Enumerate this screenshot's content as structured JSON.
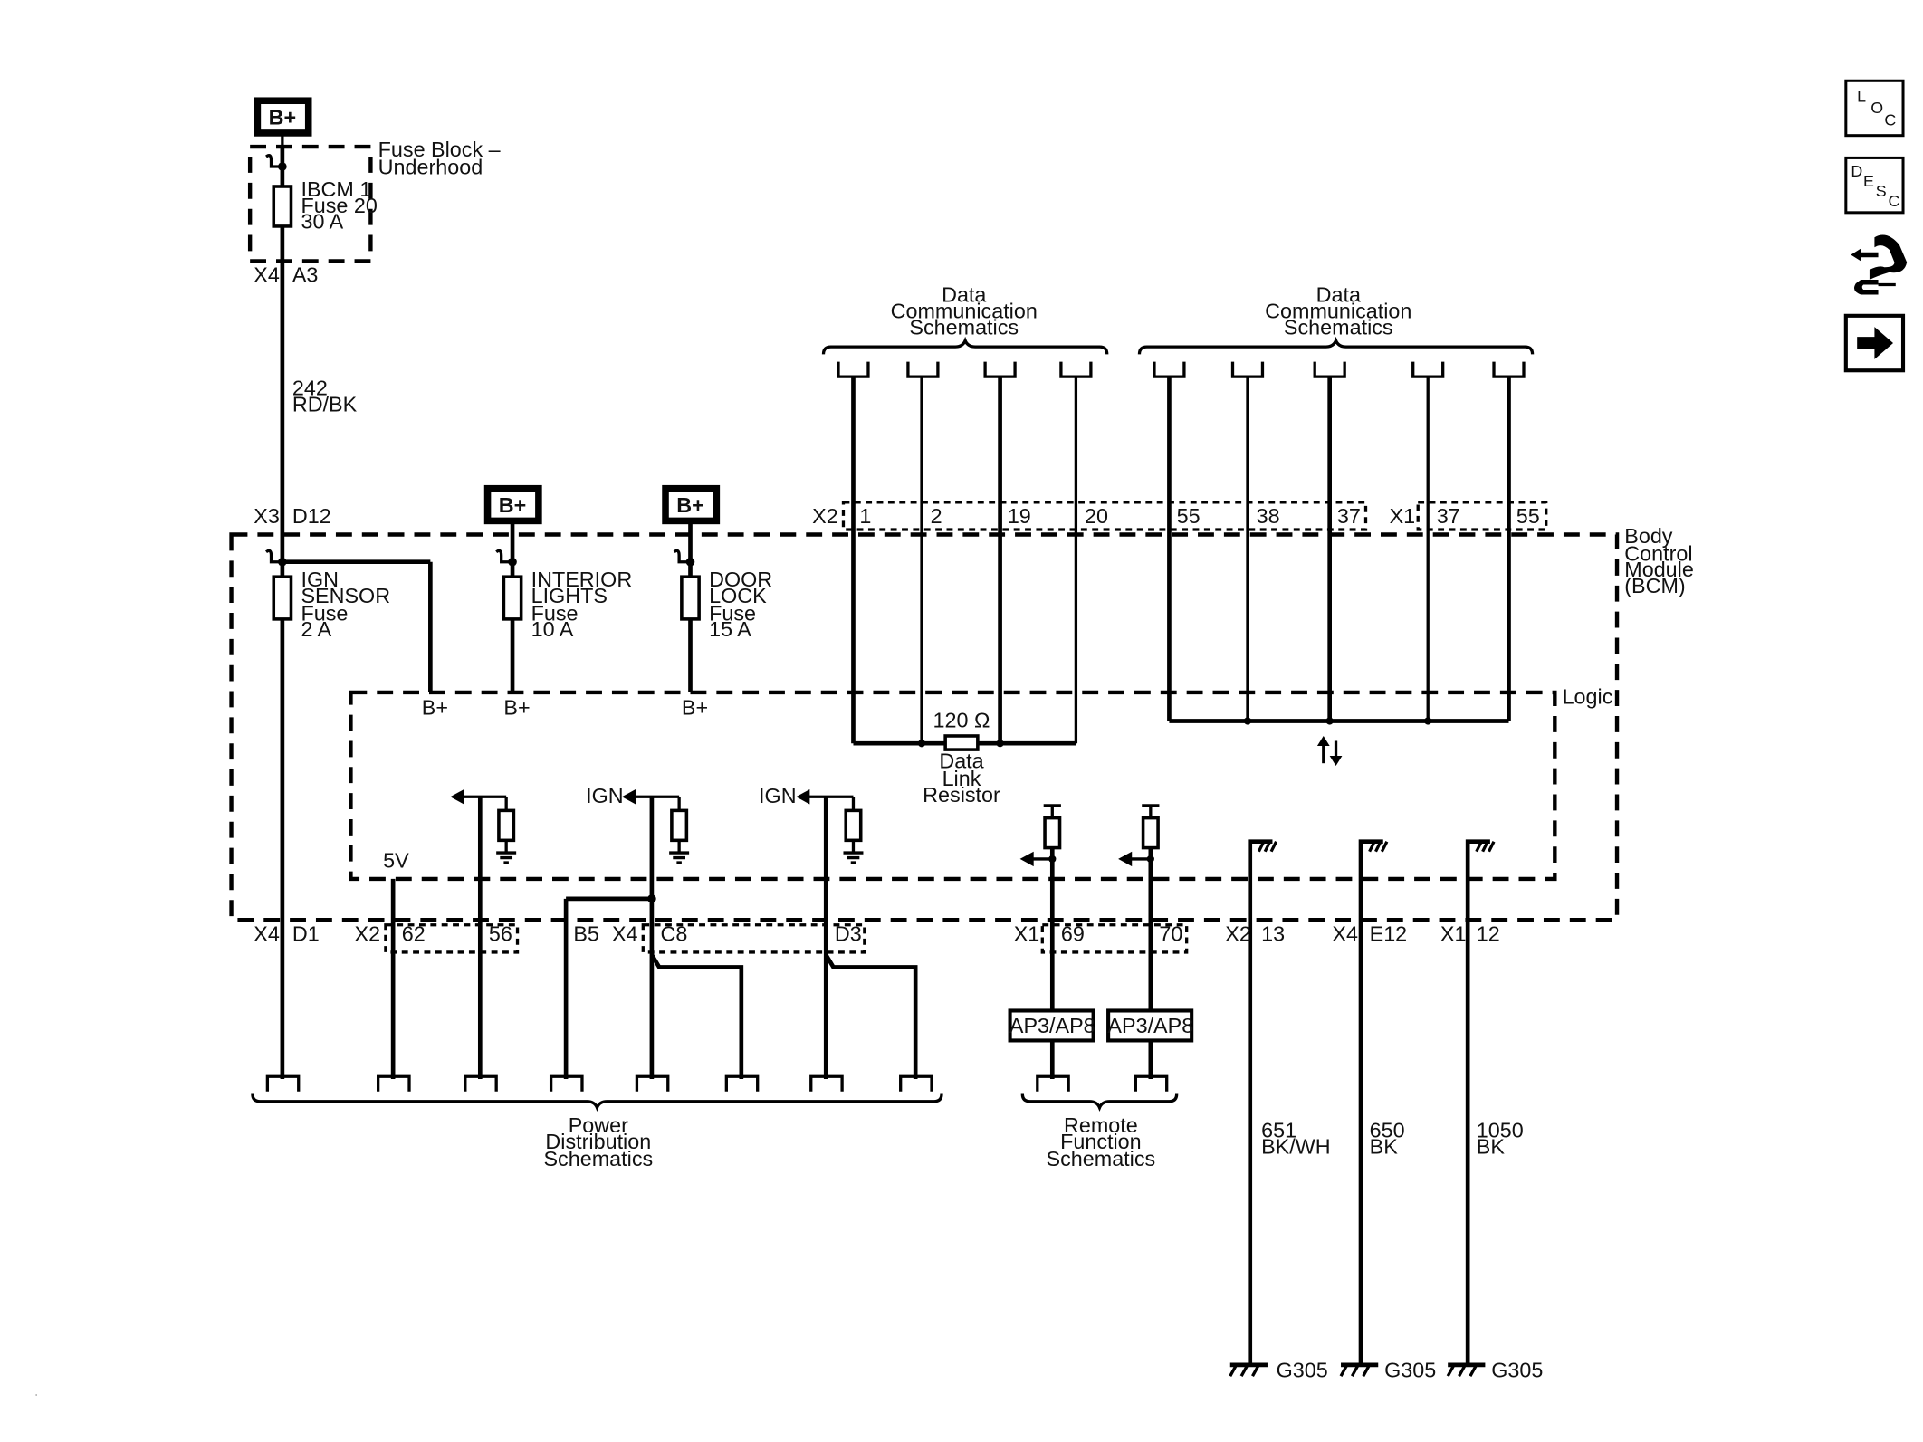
{
  "battery_label": "B+",
  "fuse_block": {
    "name": [
      "Fuse Block –",
      "Underhood"
    ],
    "fuse": [
      "IBCM 1",
      "Fuse 20",
      "30 A"
    ],
    "conn": "X4",
    "pin": "A3"
  },
  "wire_242": [
    "242",
    "RD/BK"
  ],
  "bcm": {
    "name": [
      "Body",
      "Control",
      "Module",
      "(BCM)"
    ],
    "logic": "Logic",
    "x3": "X3",
    "d12": "D12",
    "fuses": [
      {
        "lines": [
          "IGN",
          "SENSOR",
          "Fuse",
          "2 A"
        ]
      },
      {
        "lines": [
          "INTERIOR",
          "LIGHTS",
          "Fuse",
          "10 A"
        ]
      },
      {
        "lines": [
          "DOOR",
          "LOCK",
          "Fuse",
          "15 A"
        ]
      }
    ],
    "bplus": "B+",
    "fivev": "5V",
    "ign": "IGN",
    "resistor": {
      "value": "120 Ω",
      "name": [
        "Data",
        "Link",
        "Resistor"
      ]
    }
  },
  "data_comm": [
    "Data",
    "Communication",
    "Schematics"
  ],
  "top_pins": {
    "x2": "X2",
    "x2_pins": [
      "1",
      "2",
      "19",
      "20",
      "55",
      "38",
      "37"
    ],
    "x1": "X1",
    "x1_pins": [
      "37",
      "55"
    ]
  },
  "bottom_pins": {
    "x4a": "X4",
    "d1": "D1",
    "x2a": "X2",
    "p62": "62",
    "p56": "56",
    "b5": "B5",
    "x4b": "X4",
    "c8": "C8",
    "d3": "D3",
    "x1a": "X1",
    "p69": "69",
    "p70": "70",
    "x2b": "X2",
    "p13": "13",
    "x4c": "X4",
    "e12": "E12",
    "x1b": "X1",
    "p12": "12"
  },
  "ap_label": "AP3/AP8",
  "power_dist": [
    "Power",
    "Distribution",
    "Schematics"
  ],
  "remote_func": [
    "Remote",
    "Function",
    "Schematics"
  ],
  "ground_wires": [
    [
      "651",
      "BK/WH"
    ],
    [
      "650",
      "BK"
    ],
    [
      "1050",
      "BK"
    ]
  ],
  "ground_label": "G305",
  "side_icons": [
    "loc-icon",
    "desc-icon",
    "connector-tool-icon",
    "next-arrow-icon"
  ],
  "loc_text": [
    "L",
    "O",
    "C"
  ],
  "desc_text": [
    "D",
    "E",
    "S",
    "C"
  ]
}
